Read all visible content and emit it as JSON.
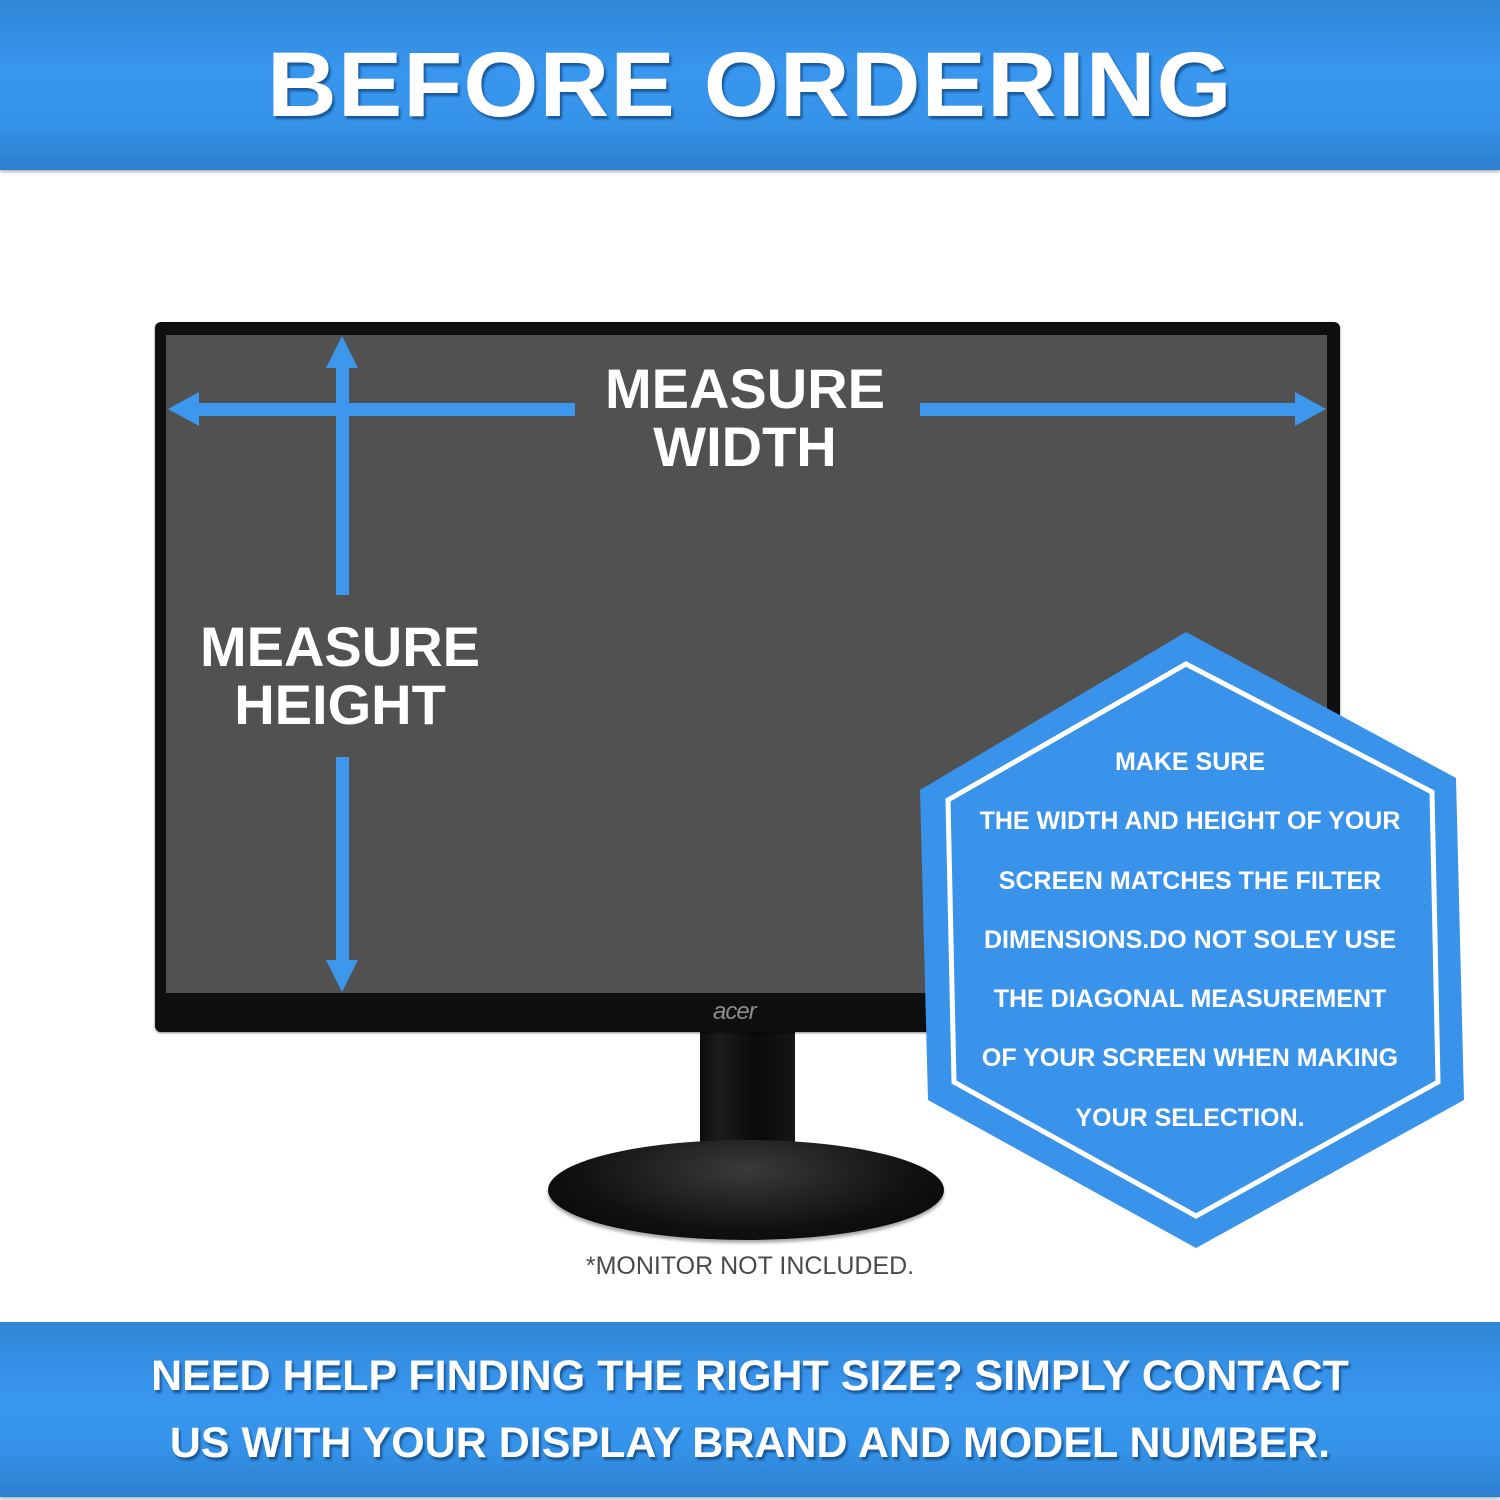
{
  "header": {
    "title": "BEFORE ORDERING"
  },
  "monitor": {
    "brand_logo": "acer",
    "width_label": [
      "MEASURE",
      "WIDTH"
    ],
    "height_label": [
      "MEASURE",
      "HEIGHT"
    ]
  },
  "notice": {
    "lines": [
      "MAKE SURE",
      "THE WIDTH AND HEIGHT OF YOUR",
      "SCREEN MATCHES THE FILTER",
      "DIMENSIONS.DO NOT SOLEY USE",
      "THE DIAGONAL MEASUREMENT",
      "OF YOUR SCREEN WHEN MAKING",
      "YOUR SELECTION."
    ]
  },
  "disclaimer": "*MONITOR NOT INCLUDED.",
  "footer": {
    "lines": [
      "NEED HELP FINDING THE RIGHT SIZE?  SIMPLY CONTACT",
      "US WITH YOUR DISPLAY BRAND AND MODEL NUMBER."
    ]
  },
  "colors": {
    "banner_blue": "#3594ea",
    "arrow_blue": "#3d97ec",
    "screen_gray": "#515151",
    "bezel_black": "#0f0f0f"
  }
}
